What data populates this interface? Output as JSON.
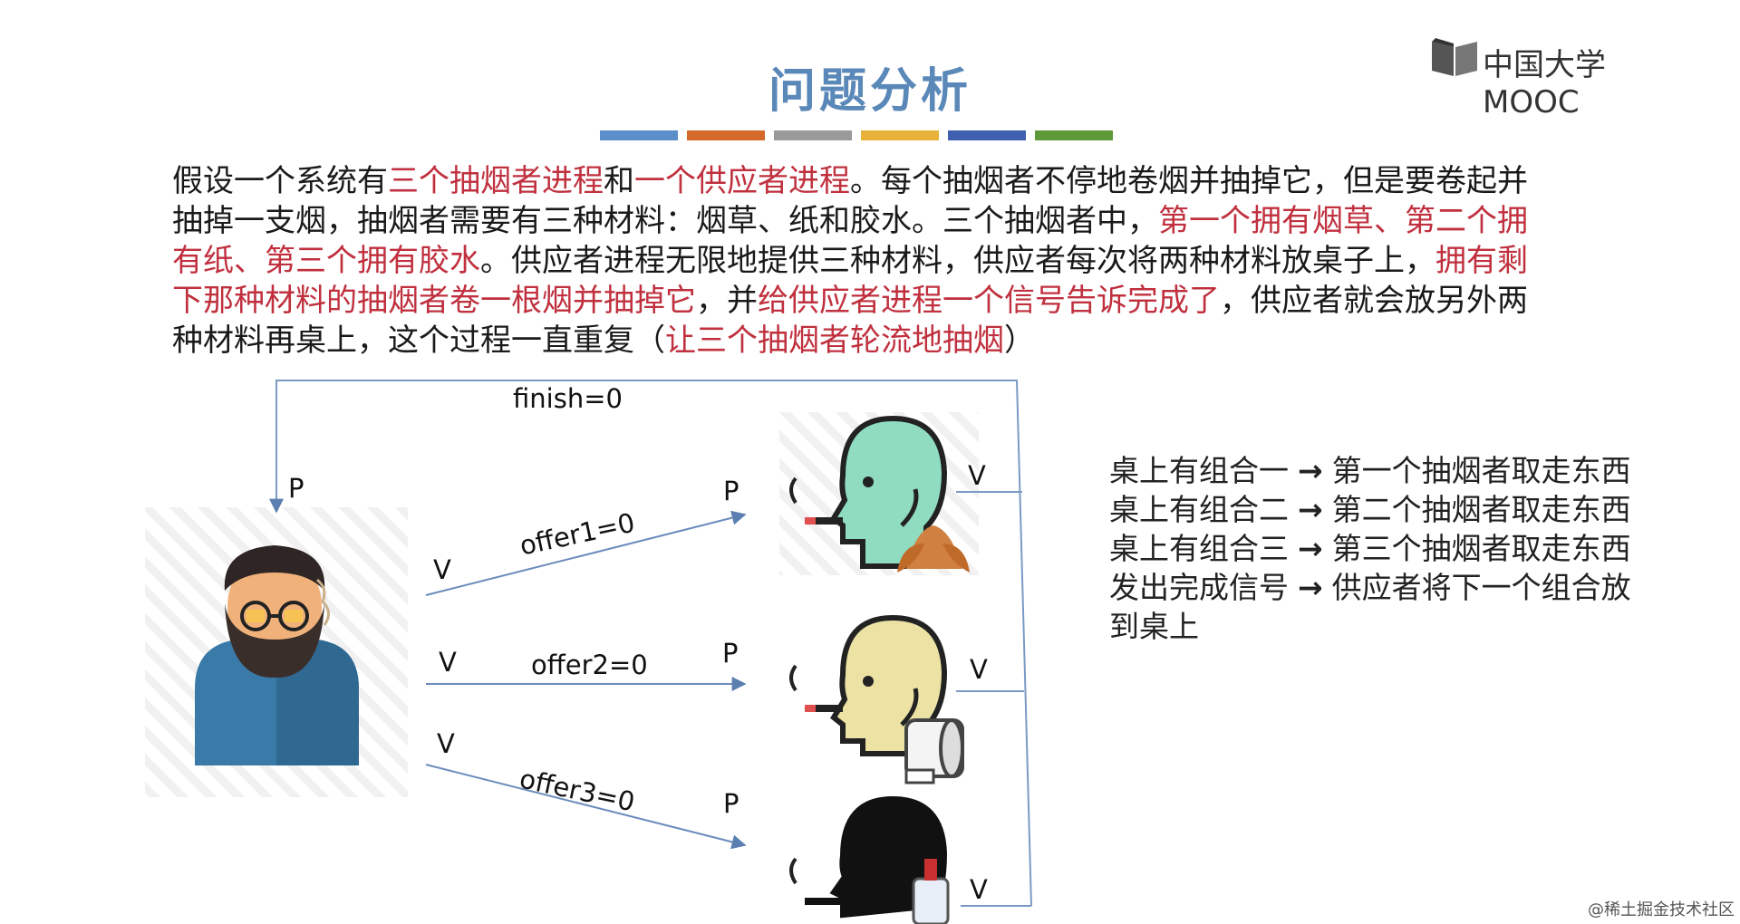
{
  "slide": {
    "title": "问题分析",
    "logo_text": "中国大学MOOC",
    "color_bars": [
      "#5b8fc9",
      "#d4692a",
      "#9a9a9a",
      "#e8b23a",
      "#3f5fb0",
      "#5f9a3a"
    ],
    "paragraph": [
      {
        "text": "假设一个系统有",
        "highlight": false
      },
      {
        "text": "三个抽烟者进程",
        "highlight": true
      },
      {
        "text": "和",
        "highlight": false
      },
      {
        "text": "一个供应者进程",
        "highlight": true
      },
      {
        "text": "。每个抽烟者不停地卷烟并抽掉它，但是要卷起并抽掉一支烟，抽烟者需要有三种材料：烟草、纸和胶水。三个抽烟者中，",
        "highlight": false
      },
      {
        "text": "第一个拥有烟草、第二个拥有纸、第三个拥有胶水",
        "highlight": true
      },
      {
        "text": "。供应者进程无限地提供三种材料，供应者每次将两种材料放桌子上，",
        "highlight": false
      },
      {
        "text": "拥有剩下那种材料的抽烟者卷一根烟并抽掉它",
        "highlight": true
      },
      {
        "text": "，并",
        "highlight": false
      },
      {
        "text": "给供应者进程一个信号告诉完成了",
        "highlight": true
      },
      {
        "text": "，供应者就会放另外两种材料再桌上，这个过程一直重复（",
        "highlight": false
      },
      {
        "text": "让三个抽烟者轮流地抽烟",
        "highlight": true
      },
      {
        "text": "）",
        "highlight": false
      }
    ]
  },
  "diagram": {
    "finish_label": "finish=0",
    "supplier_p": "P",
    "offer1": {
      "label": "offer1=0",
      "v": "V",
      "p": "P"
    },
    "offer2": {
      "label": "offer2=0",
      "v": "V",
      "p": "P"
    },
    "offer3": {
      "label": "offer3=0",
      "v": "V",
      "p": "P"
    },
    "smoker_v": [
      "V",
      "V",
      "V"
    ],
    "smoker_colors": [
      "#8fdcc0",
      "#e8e0a0",
      "#111111"
    ]
  },
  "notes": [
    {
      "left": "桌上有组合一",
      "right": "第一个抽烟者取走东西"
    },
    {
      "left": "桌上有组合二",
      "right": "第二个抽烟者取走东西"
    },
    {
      "left": "桌上有组合三",
      "right": "第三个抽烟者取走东西"
    },
    {
      "left": "发出完成信号",
      "right": "供应者将下一个组合放"
    },
    {
      "left": "到桌上",
      "right": ""
    }
  ],
  "notes_arrow": "→",
  "watermark": "@稀土掘金技术社区"
}
